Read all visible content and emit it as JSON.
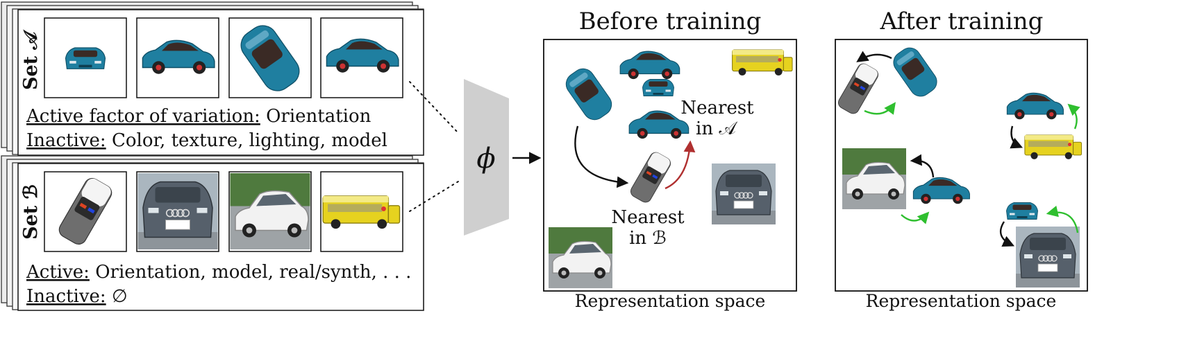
{
  "set_a": {
    "label": "Set 𝒜",
    "line1_term": "Active factor of variation:",
    "line1_value": " Orientation",
    "line2_term": "Inactive:",
    "line2_value": " Color, texture, lighting, model"
  },
  "set_b": {
    "label": "Set ℬ",
    "line1_term": "Active:",
    "line1_value": " Orientation, model, real/synth, . . .",
    "line2_term": "Inactive:",
    "line2_value": " ∅"
  },
  "encoder": {
    "symbol": "ϕ"
  },
  "before": {
    "title": "Before training",
    "nearest_a_line1": "Nearest",
    "nearest_a_line2": "in 𝒜",
    "nearest_b_line1": "Nearest",
    "nearest_b_line2": "in ℬ",
    "caption": "Representation space"
  },
  "after": {
    "title": "After training",
    "caption": "Representation space"
  },
  "colors": {
    "teal_car": "#1f7fa0",
    "teal_dark": "#145c74",
    "bus_yellow": "#e6d21f",
    "police_gray": "#6e6e6e",
    "silver_suv": "#56606b",
    "white_car": "#f2f2f2",
    "arrow_red": "#b03030",
    "arrow_green": "#2fbf2f",
    "encoder_gray": "#cfcfcf"
  },
  "icons": [
    "teal-car-icon",
    "police-car-icon",
    "school-bus-icon",
    "silver-suv-photo",
    "white-hatchback-photo"
  ]
}
